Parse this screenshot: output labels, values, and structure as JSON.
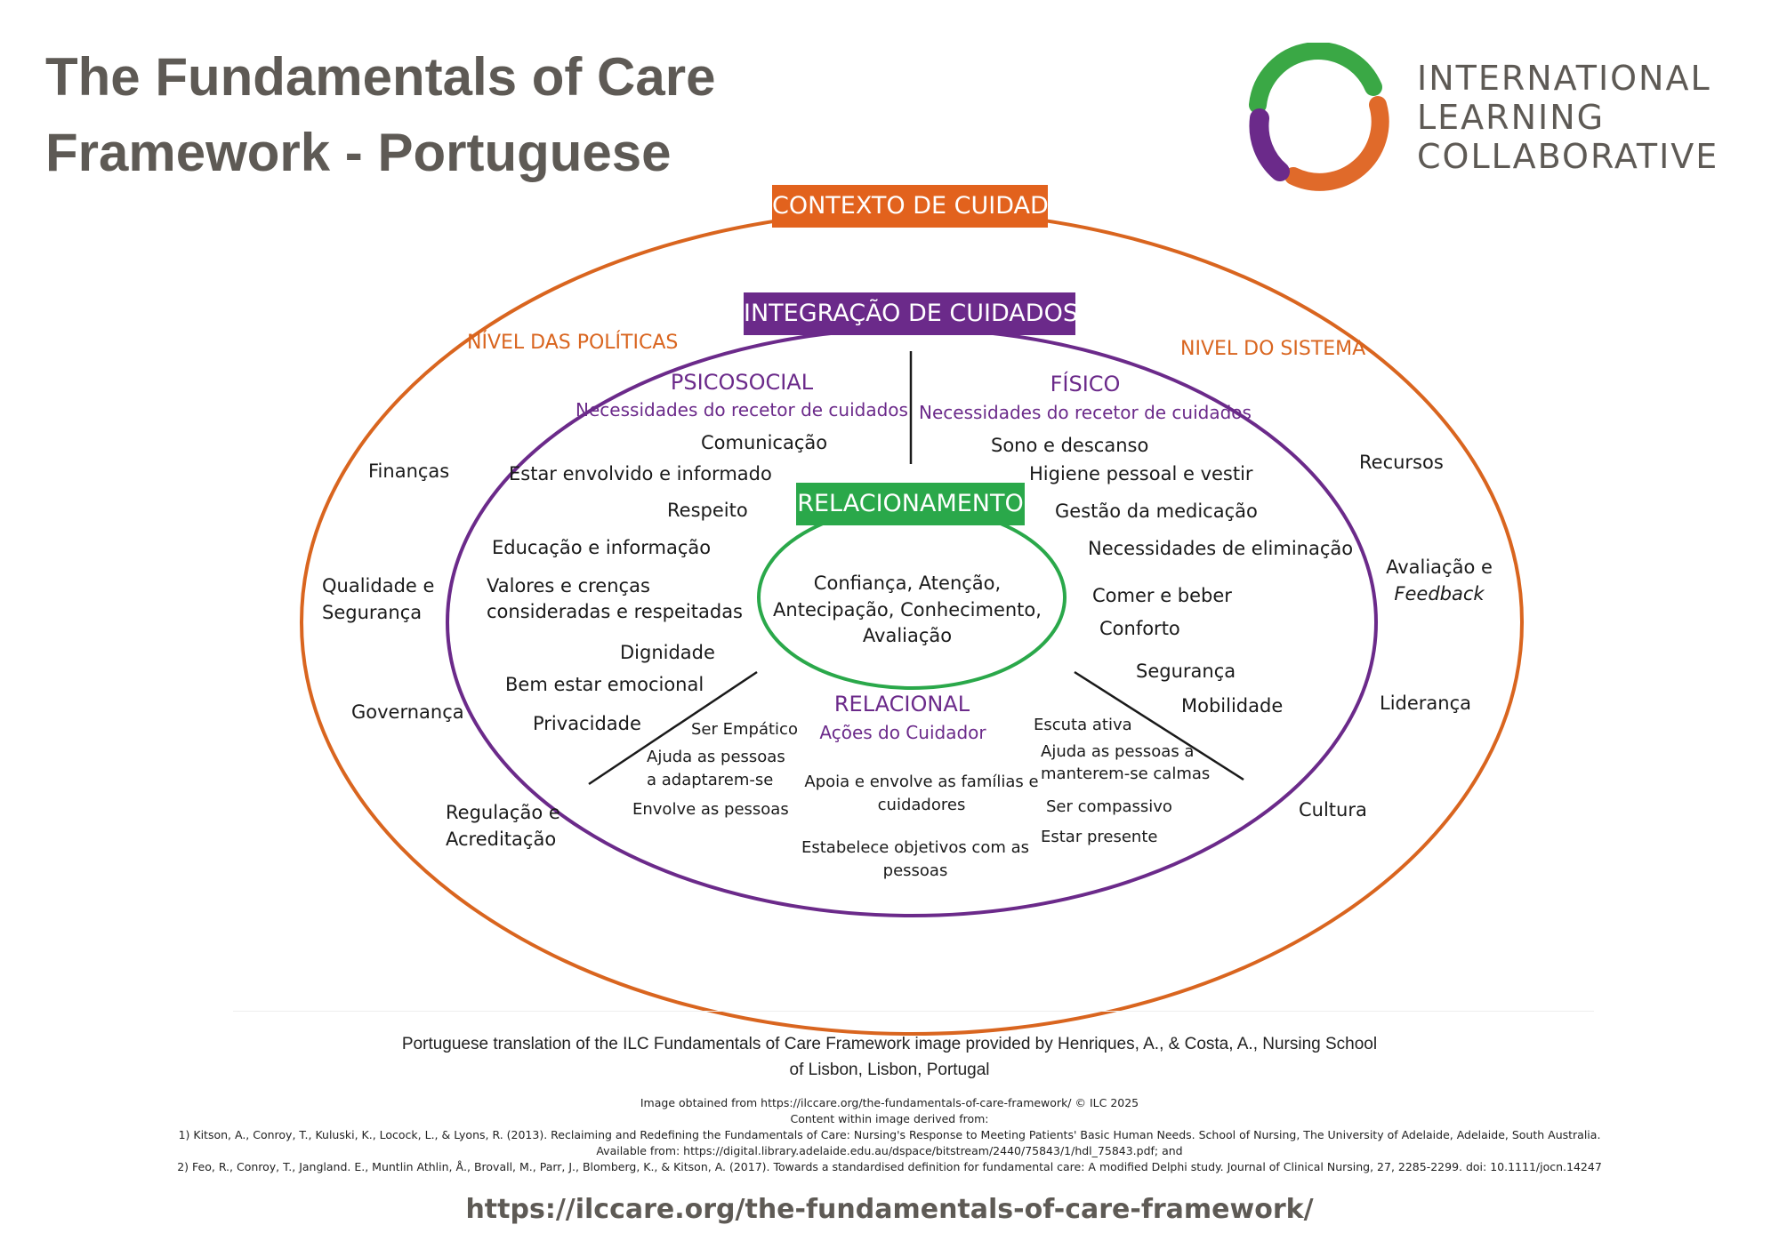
{
  "header": {
    "title_line1": "The Fundamentals of Care",
    "title_line2": "Framework - Portuguese"
  },
  "logo": {
    "icon": "ilc-circle-logo-icon",
    "line1": "INTERNATIONAL",
    "line2": "LEARNING",
    "line3": "COLLABORATIVE",
    "colors": {
      "green": "#3aa845",
      "purple": "#6b2a8a",
      "orange": "#e06a2a"
    }
  },
  "diagram": {
    "colors": {
      "outer": "#d9651f",
      "inner": "#6b2a8a",
      "core": "#2aa84a"
    },
    "context_box": "CONTEXTO DE CUIDADOS",
    "integration_box": "INTEGRAÇÃO DE CUIDADOS",
    "relationship_box": "RELACIONAMENTO",
    "policy_level": "NÍVEL DAS POLÍTICAS",
    "system_level": "NIVEL DO SISTEMA",
    "outer_left": [
      "Finanças",
      "Qualidade e",
      "Segurança",
      "Governança",
      "Regulação e",
      "Acreditação"
    ],
    "outer_right": [
      "Recursos",
      "Avaliação e",
      "Feedback",
      "Liderança",
      "Cultura"
    ],
    "psychosocial": {
      "heading": "PSICOSOCIAL",
      "subheading": "Necessidades do recetor de cuidados",
      "items": [
        "Comunicação",
        "Estar envolvido e informado",
        "Respeito",
        "Educação e informação",
        "Valores e crenças",
        "consideradas e respeitadas",
        "Dignidade",
        "Bem estar emocional",
        "Privacidade"
      ]
    },
    "physical": {
      "heading": "FÍSICO",
      "subheading": "Necessidades do recetor de cuidados",
      "items": [
        "Sono e descanso",
        "Higiene pessoal e vestir",
        "Gestão da medicação",
        "Necessidades de eliminação",
        "Comer e beber",
        "Conforto",
        "Segurança",
        "Mobilidade"
      ]
    },
    "core": {
      "line1": "Confiança, Atenção,",
      "line2": "Antecipação, Conhecimento,",
      "line3": "Avaliação"
    },
    "relational": {
      "heading": "RELACIONAL",
      "subheading": "Ações do Cuidador",
      "left_items": [
        "Ser Empático",
        "Ajuda as pessoas",
        "a adaptarem-se",
        "Envolve  as pessoas"
      ],
      "center_items": [
        "Apoia e envolve as famílias e",
        "cuidadores",
        "Estabelece objetivos  com as",
        "pessoas"
      ],
      "right_items": [
        "Escuta ativa",
        "Ajuda as pessoas a",
        "manterem-se calmas",
        "Ser compassivo",
        "Estar presente"
      ]
    }
  },
  "footer": {
    "credit_line1": "Portuguese translation of the ILC Fundamentals of Care Framework image provided by Henriques, A., & Costa, A., Nursing School",
    "credit_line2": "of Lisbon, Lisbon, Portugal",
    "source": "Image obtained from https://ilccare.org/the-fundamentals-of-care-framework/ © ILC 2025",
    "derived": "Content within image derived from:",
    "ref1": "1) Kitson, A., Conroy, T., Kuluski, K., Locock, L., & Lyons, R. (2013). Reclaiming and Redefining the Fundamentals of Care: Nursing's Response to Meeting Patients' Basic Human Needs. School of Nursing, The University of Adelaide, Adelaide, South Australia.",
    "ref1_available": "Available from: https://digital.library.adelaide.edu.au/dspace/bitstream/2440/75843/1/hdl_75843.pdf; and",
    "ref2": "2) Feo, R., Conroy, T., Jangland. E., Muntlin Athlin, Å., Brovall, M., Parr, J., Blomberg, K., & Kitson, A. (2017). Towards a standardised definition for fundamental care: A modified Delphi study. Journal of Clinical Nursing, 27, 2285-2299. doi: 10.1111/jocn.14247",
    "url": "https://ilccare.org/the-fundamentals-of-care-framework/"
  }
}
